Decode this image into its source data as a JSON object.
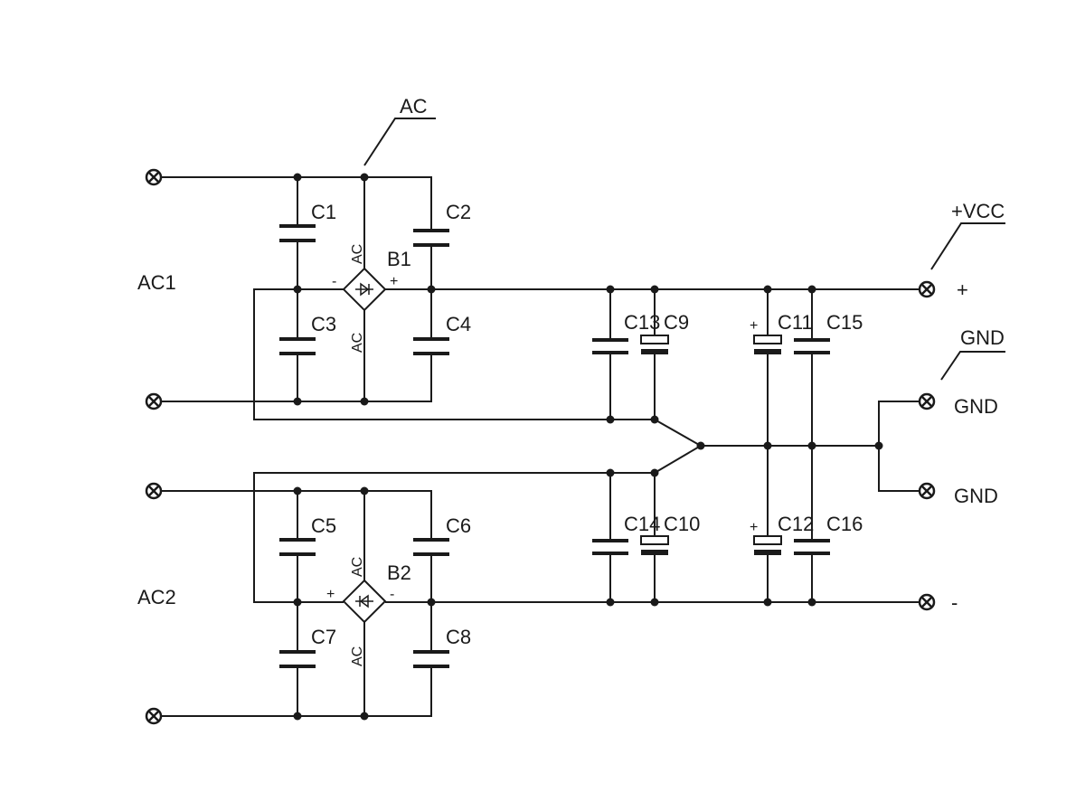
{
  "net_labels": {
    "ac": "AC",
    "vcc": "+VCC",
    "gnd": "GND"
  },
  "inputs": {
    "ac1": "AC1",
    "ac2": "AC2"
  },
  "bridges": [
    {
      "ref": "B1",
      "ac_pin_top": "AC",
      "ac_pin_bottom": "AC",
      "left_pin": "-",
      "right_pin": "+"
    },
    {
      "ref": "B2",
      "ac_pin_top": "AC",
      "ac_pin_bottom": "AC",
      "left_pin": "+",
      "right_pin": "-"
    }
  ],
  "capacitors": {
    "c1": "C1",
    "c2": "C2",
    "c3": "C3",
    "c4": "C4",
    "c5": "C5",
    "c6": "C6",
    "c7": "C7",
    "c8": "C8",
    "c9": "C9",
    "c10": "C10",
    "c11": "C11",
    "c12": "C12",
    "c13": "C13",
    "c14": "C14",
    "c15": "C15",
    "c16": "C16"
  },
  "polarity_marks": {
    "plus": "+"
  },
  "outputs": {
    "plus": "+",
    "gnd1": "GND",
    "gnd2": "GND",
    "minus": "-"
  }
}
